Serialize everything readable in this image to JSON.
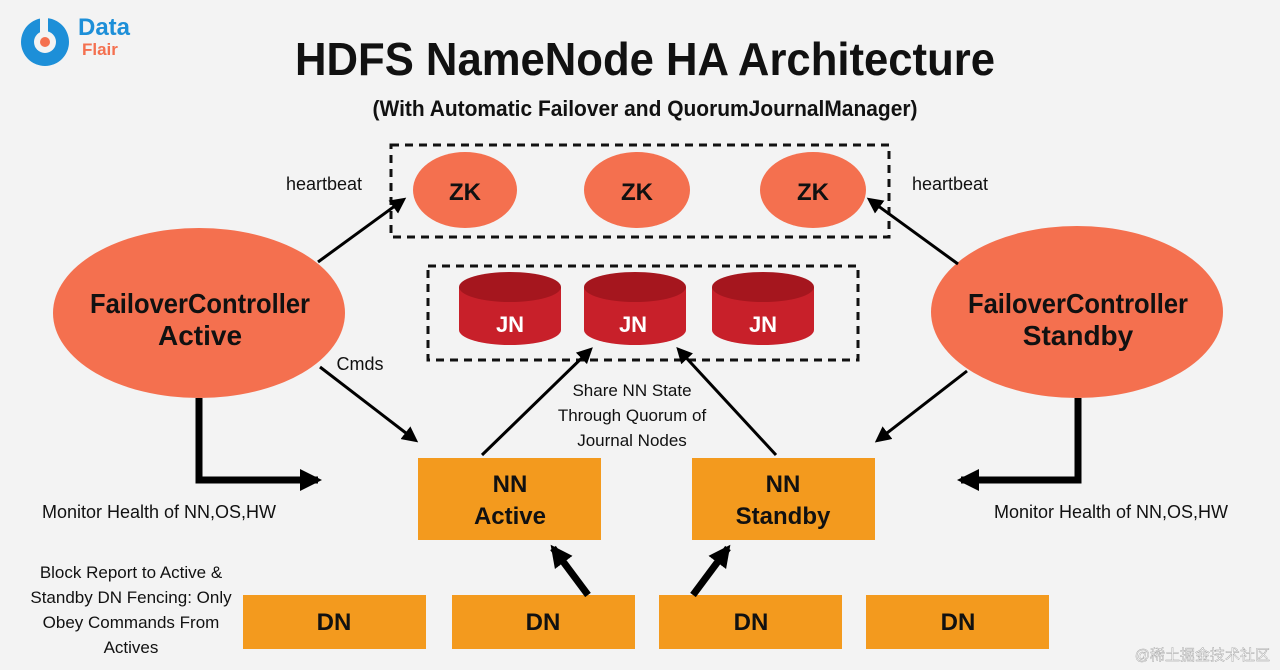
{
  "logo": {
    "line1": "Data",
    "line2": "Flair"
  },
  "title": "HDFS NameNode HA Architecture",
  "subtitle": "(With Automatic Failover and QuorumJournalManager)",
  "zk_nodes": [
    "ZK",
    "ZK",
    "ZK"
  ],
  "jn_nodes": [
    "JN",
    "JN",
    "JN"
  ],
  "failover_active": {
    "line1": "FailoverController",
    "line2": "Active"
  },
  "failover_standby": {
    "line1": "FailoverController",
    "line2": "Standby"
  },
  "nn_active": {
    "line1": "NN",
    "line2": "Active"
  },
  "nn_standby": {
    "line1": "NN",
    "line2": "Standby"
  },
  "dn_nodes": [
    "DN",
    "DN",
    "DN",
    "DN"
  ],
  "labels": {
    "heartbeat_left": "heartbeat",
    "heartbeat_right": "heartbeat",
    "cmds": "Cmds",
    "share_state": [
      "Share NN State",
      "Through Quorum of",
      "Journal Nodes"
    ],
    "monitor_left": "Monitor Health of NN,OS,HW",
    "monitor_right": "Monitor Health of NN,OS,HW",
    "block_report": [
      "Block Report to Active &",
      "Standby DN Fencing: Only",
      "Obey Commands From",
      "Actives"
    ]
  },
  "watermark": "@稀土掘金技术社区",
  "colors": {
    "node_orange": "#f4704f",
    "nn_box": "#f39a1e",
    "jn_red": "#c8202a",
    "jn_top": "#a5161e"
  }
}
